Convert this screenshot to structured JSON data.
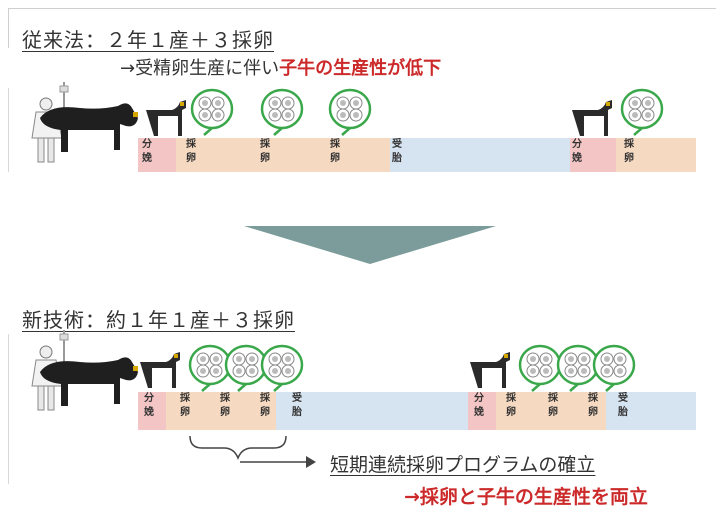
{
  "section1": {
    "title": "従来法：２年１産＋３採卵",
    "subtitle_prefix": "→受精卵生産に伴い",
    "subtitle_highlight": "子牛の生産性が低下",
    "labels": [
      "分娩",
      "採卵",
      "採卵",
      "採卵",
      "受胎",
      "分娩",
      "採卵"
    ]
  },
  "section2": {
    "title": "新技術：約１年１産＋３採卵",
    "labels": [
      "分娩",
      "採卵",
      "採卵",
      "採卵",
      "受胎",
      "分娩",
      "採卵",
      "採卵",
      "採卵",
      "受胎"
    ],
    "program": "短期連続採卵プログラムの確立",
    "conclusion": "→採卵と子牛の生産性を両立"
  },
  "colors": {
    "calving": "#f4c5c5",
    "collection": "#f6d9c1",
    "conception": "#d6e3f1",
    "arrow": "#7b9c9a",
    "highlight": "#cc2a2a",
    "bubble": "#3aa84a"
  },
  "icons": [
    "cow-icon",
    "calf-icon",
    "egg-bubble-icon",
    "farmer-icon",
    "triangle-arrow-icon",
    "bracket-icon",
    "right-arrow-icon"
  ]
}
